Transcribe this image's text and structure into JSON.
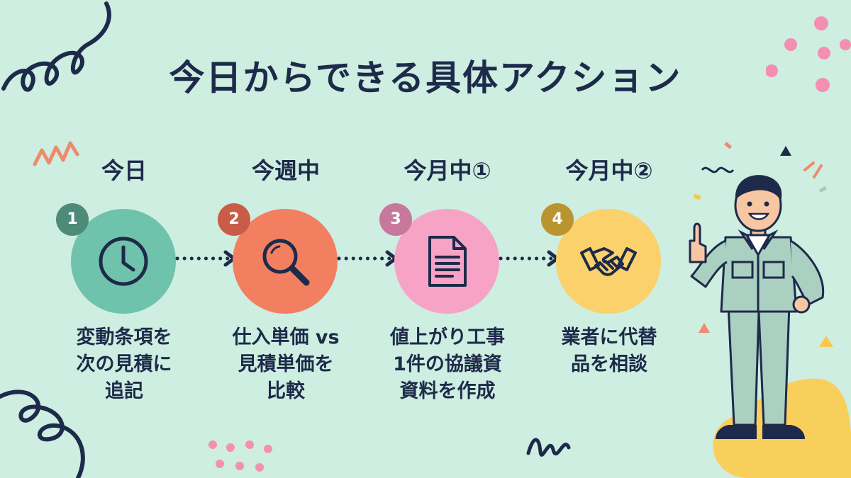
{
  "title": "今日からできる具体アクション",
  "colors": {
    "background": "#cdeee0",
    "text": "#1e2a4a",
    "step1": "#6fc2ab",
    "step1_badge": "#4e8a78",
    "step2": "#f37f61",
    "step2_badge": "#c85c46",
    "step3": "#f6a3c5",
    "step3_badge": "#c7789c",
    "step4": "#fad16a",
    "step4_badge": "#b8952f"
  },
  "steps": [
    {
      "label": "今日",
      "number": "1",
      "icon": "clock-icon",
      "desc": [
        "変動条項を",
        "次の見積に",
        "追記"
      ]
    },
    {
      "label": "今週中",
      "number": "2",
      "icon": "magnifier-icon",
      "desc": [
        "仕入単価 vs",
        "見積単価を",
        "比較"
      ]
    },
    {
      "label": "今月中①",
      "number": "3",
      "icon": "document-icon",
      "desc": [
        "値上がり工事",
        "1件の協議資",
        "資料を作成"
      ]
    },
    {
      "label": "今月中②",
      "number": "4",
      "icon": "handshake-icon",
      "desc": [
        "業者に代替",
        "品を相談"
      ]
    }
  ]
}
